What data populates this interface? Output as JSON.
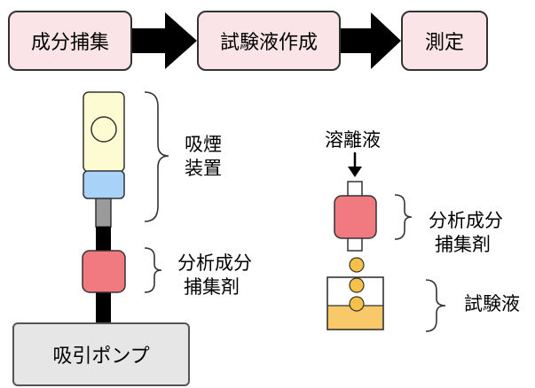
{
  "flow": {
    "step1": "成分捕集",
    "step2": "試験液作成",
    "step3": "測定"
  },
  "left": {
    "smoking_device_line1": "吸煙",
    "smoking_device_line2": "装置",
    "trap_line1": "分析成分",
    "trap_line2": "捕集剤",
    "pump": "吸引ポンプ"
  },
  "right": {
    "eluent": "溶離液",
    "trap_line1": "分析成分",
    "trap_line2": "捕集剤",
    "test_solution": "試験液"
  },
  "colors": {
    "flow_box": "#fbe4e8",
    "holder": "#fdfbd2",
    "filter": "#a8d2f7",
    "trap": "#f07a80",
    "droplet": "#f5c148",
    "liquid": "#f8c869",
    "pump": "#e6e6e6"
  }
}
